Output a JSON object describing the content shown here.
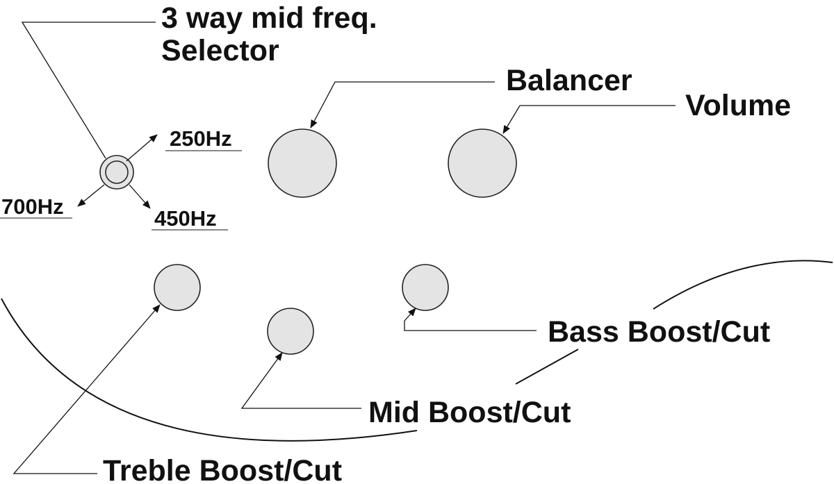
{
  "labels": {
    "selector_line1": "3 way mid freq.",
    "selector_line2": "Selector",
    "balancer": "Balancer",
    "volume": "Volume",
    "bass": "Bass Boost/Cut",
    "mid": "Mid Boost/Cut",
    "treble": "Treble Boost/Cut",
    "freq_250": "250Hz",
    "freq_450": "450Hz",
    "freq_700": "700Hz"
  },
  "colors": {
    "knob_fill": "#e4e4e4",
    "line": "#111111",
    "background": "#ffffff"
  }
}
